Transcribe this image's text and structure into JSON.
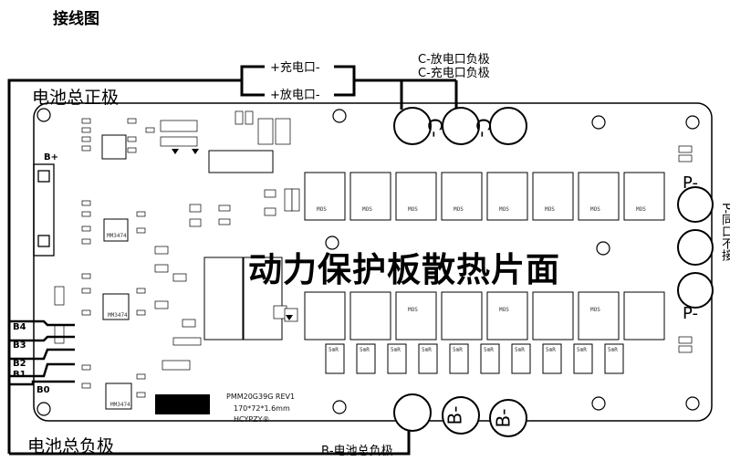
{
  "title": "接线图",
  "battery_pos_main": "电池总正极",
  "battery_neg_main": "电池总负极",
  "charge_port": "+充电口-",
  "discharge_port": "+放电口-",
  "c_discharge_neg": "C-放电口负极",
  "c_charge_neg": "C-充电口负极",
  "b_total_neg": "B-电池总负极",
  "heatsink_label": "动力保护板散热片面",
  "p_minus_top": "P-",
  "p_minus_bottom": "P-",
  "p_note": "P-同口不接",
  "c_terminal_mark": "C-",
  "b_terminal_mark": "B-",
  "b_plus": "B+",
  "balance_wires": [
    "B4",
    "B3",
    "B2",
    "B1",
    "B0"
  ],
  "board_model": "PMM20G39G REV1",
  "board_size": "170*72*1.6mm",
  "board_brand": "HCYPZY®",
  "mos_label": "MOS",
  "resistor_label": "5mR",
  "ic_label": "MM3474"
}
